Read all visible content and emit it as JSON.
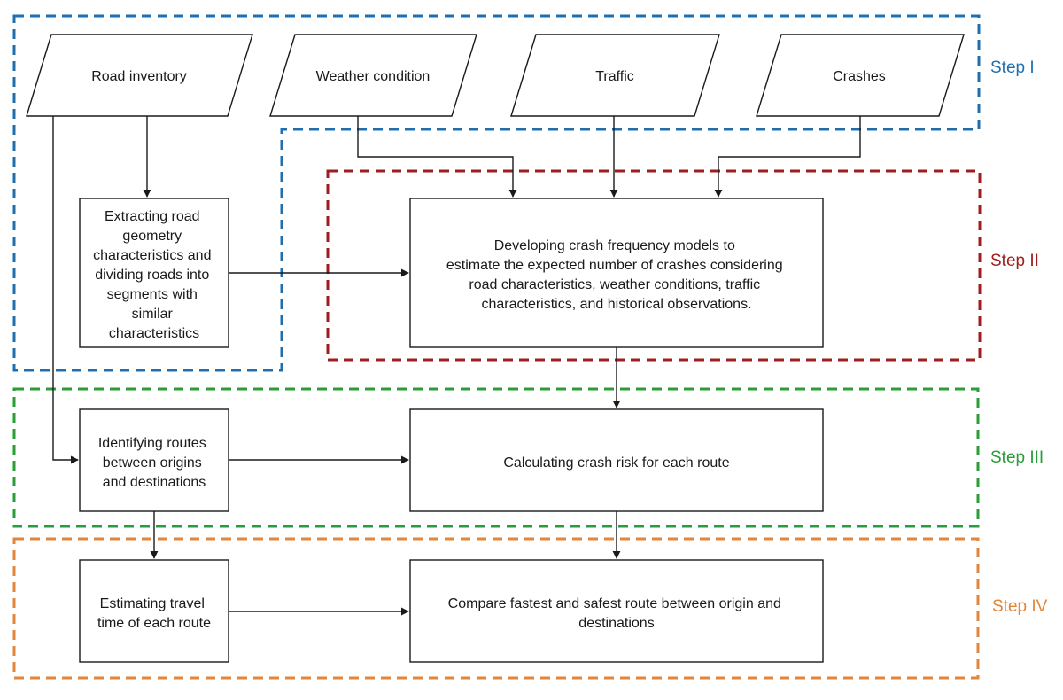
{
  "colors": {
    "step1": "#1f6fb0",
    "step2": "#a01d1d",
    "step3": "#2a9c3a",
    "step4": "#e0873a",
    "line": "#1a1a1a"
  },
  "steps": {
    "step1": "Step I",
    "step2": "Step II",
    "step3": "Step III",
    "step4": "Step IV"
  },
  "inputs": {
    "road_inventory": "Road inventory",
    "weather_condition": "Weather condition",
    "traffic": "Traffic",
    "crashes": "Crashes"
  },
  "processes": {
    "extracting": [
      "Extracting road",
      "geometry",
      "characteristics and",
      "dividing roads into",
      "segments with",
      "similar",
      "characteristics"
    ],
    "developing": [
      "Developing crash frequency models to",
      "estimate the expected number of crashes considering",
      "road characteristics, weather conditions, traffic",
      "characteristics, and historical observations."
    ],
    "identifying": [
      "Identifying routes",
      "between origins",
      "and destinations"
    ],
    "calculating": [
      "Calculating crash risk for each route"
    ],
    "estimating": [
      "Estimating travel",
      "time of each route"
    ],
    "compare": [
      "Compare fastest and safest route between origin and",
      "destinations"
    ]
  }
}
